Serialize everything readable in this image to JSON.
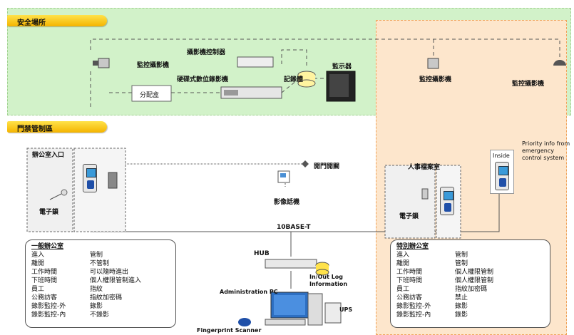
{
  "zones": {
    "secure_area": "安全場所",
    "access_control_area": "門禁管制區"
  },
  "cctv": {
    "camera_left_label": "監控攝影機",
    "video_server_label": "攝影機控制器",
    "dvr_label": "硬碟式數位錄影機",
    "storage_label": "記錄體",
    "monitor_label": "監示器",
    "splitter_label": "分配盒",
    "camera_right1_label": "監控攝影機",
    "camera_right2_label": "監控攝影機"
  },
  "office_entrance": {
    "title": "辦公室入口",
    "lock_label": "電子鎖",
    "intercom_label": "影像話機",
    "release_label": "開門開關"
  },
  "special_office": {
    "title": "人事檔案室",
    "lock_label": "電子鎖",
    "inside_label": "Inside",
    "priority_note": "Priority info from emergency control system"
  },
  "network": {
    "lan_label": "10BASE-T",
    "hub_label": "HUB",
    "log_label": "In/Out Log Information",
    "admin_pc_label": "Administration PC",
    "ups_label": "UPS",
    "fingerprint_label": "Fingerprint Scanner"
  },
  "general_office_table": {
    "title": "一般辦公室",
    "rows": [
      {
        "key": "進入",
        "value": "管制"
      },
      {
        "key": "離開",
        "value": "不管制"
      },
      {
        "key": "工作時間",
        "value": "可以隨時進出"
      },
      {
        "key": "下班時間",
        "value": "個人權限管制進入"
      },
      {
        "key": "員工",
        "value": "指紋"
      },
      {
        "key": "公務訪客",
        "value": "指紋加密碼"
      },
      {
        "key": "錄影監控-外",
        "value": "錄影"
      },
      {
        "key": "錄影監控-內",
        "value": "不錄影"
      }
    ]
  },
  "special_office_table": {
    "title": "特別辦公室",
    "rows": [
      {
        "key": "進入",
        "value": "管制"
      },
      {
        "key": "離開",
        "value": "管制"
      },
      {
        "key": "工作時間",
        "value": "個人權限管制"
      },
      {
        "key": "下班時間",
        "value": "個人權限管制"
      },
      {
        "key": "員工",
        "value": "指紋加密碼"
      },
      {
        "key": "公務訪客",
        "value": "禁止"
      },
      {
        "key": "錄影監控-外",
        "value": "錄影"
      },
      {
        "key": "錄影監控-內",
        "value": "錄影"
      }
    ]
  },
  "colors": {
    "secure_zone": "#d2f2c9",
    "special_zone": "#fde6cc",
    "tab": "#f4b400",
    "reader_screen": "#3a9ad9"
  }
}
